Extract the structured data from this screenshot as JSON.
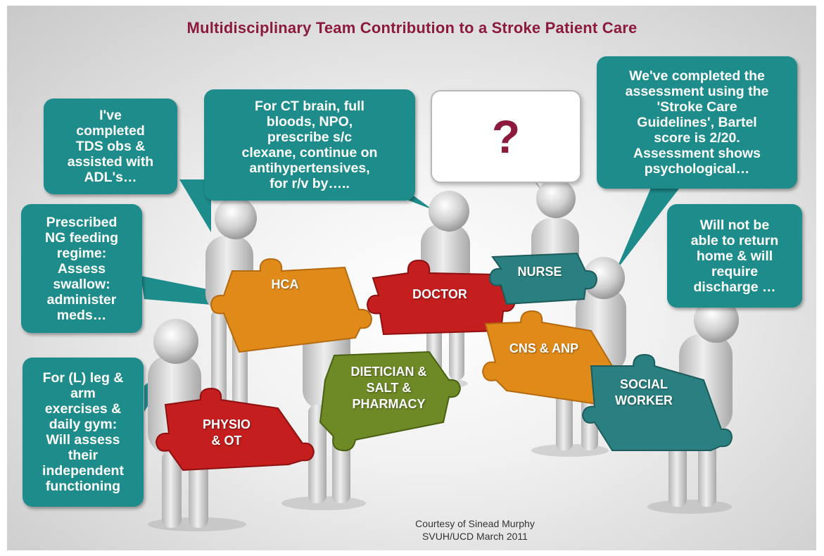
{
  "title": "Multidisciplinary Team Contribution to a Stroke Patient Care",
  "bubbles": {
    "hca": "I've\ncompleted\nTDS obs &\nassisted with\nADL's…",
    "doctor": "For CT brain, full\nbloods,  NPO,\nprescribe s/c\nclexane, continue on\nantihypertensives,\nfor r/v by…..",
    "nurse_spec": "We've completed the\nassessment using the\n'Stroke Care\nGuidelines', Bartel\nscore is 2/20.\nAssessment shows\npsychological…",
    "dietician": "Prescribed\nNG feeding\nregime:\nAssess\nswallow:\nadminister\nmeds…",
    "social": "Will not be\nable to return\nhome & will\nrequire\ndischarge …",
    "physio": "For (L) leg &\narm\nexercises &\ndaily gym:\nWill assess\ntheir\nindependent\nfunctioning",
    "nurse_question": "?"
  },
  "pieces": {
    "hca": "HCA",
    "doctor": "DOCTOR",
    "nurse": "NURSE",
    "cns": "CNS & ANP",
    "dietician": "DIETICIAN &\nSALT &\nPHARMACY",
    "social": "SOCIAL\nWORKER",
    "physio": "PHYSIO\n& OT"
  },
  "credit": {
    "line1": "Courtesy of Sinead Murphy",
    "line2": "SVUH/UCD March 2011"
  },
  "colors": {
    "title": "#8b1a3d",
    "bubble": "#1f8c8c",
    "orange": "#e08a1a",
    "red": "#c41e1e",
    "green": "#6e8a26",
    "teal": "#2a8080"
  }
}
